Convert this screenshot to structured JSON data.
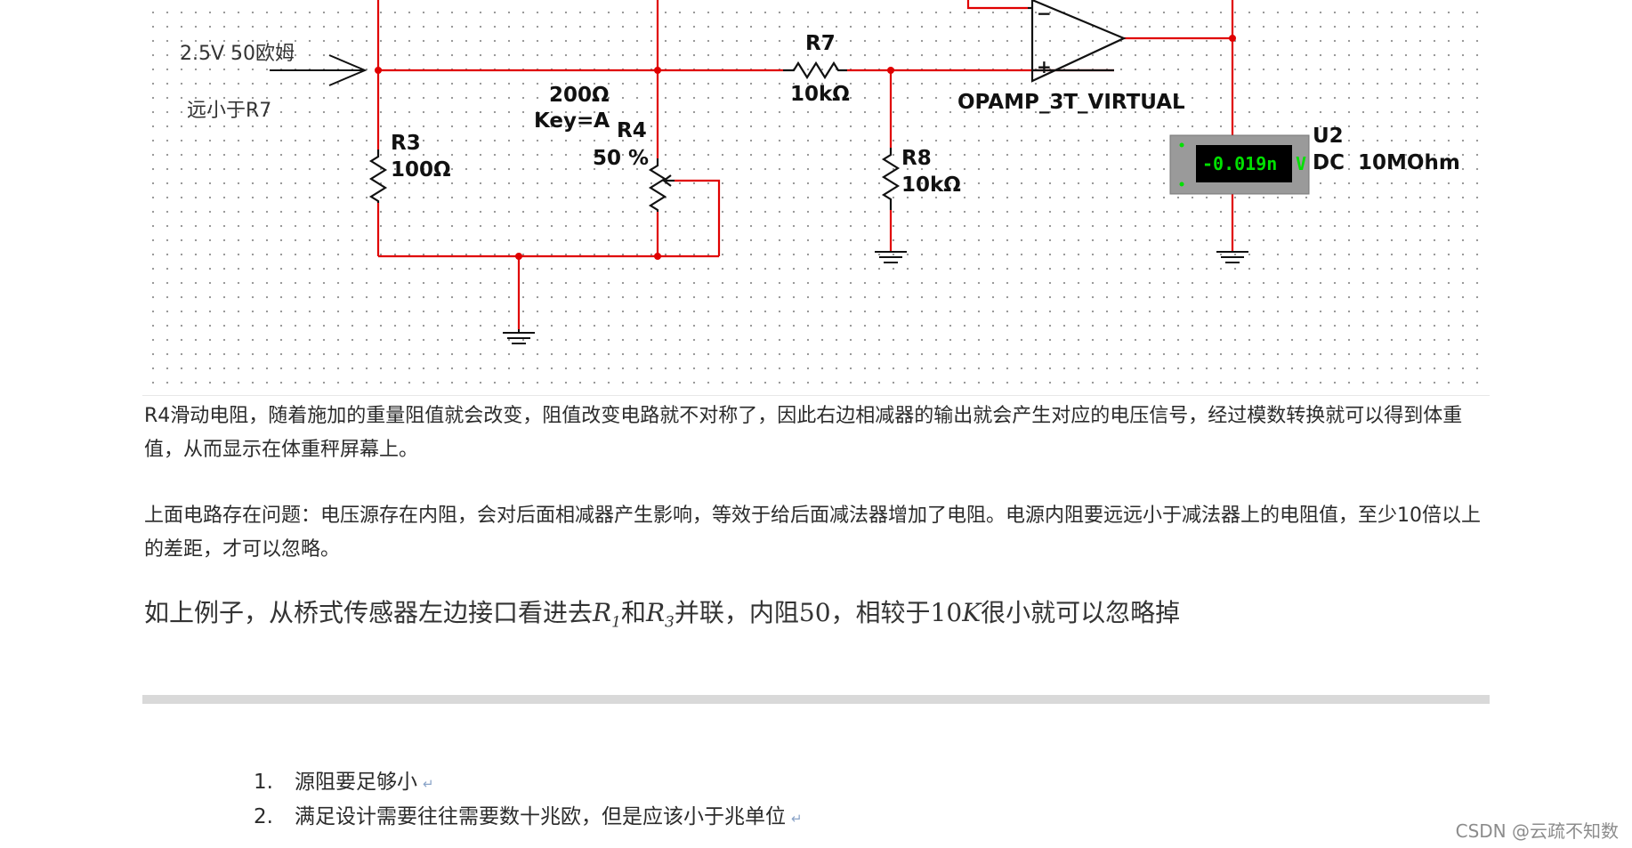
{
  "schematic": {
    "source_note": "2.5V 50欧姆",
    "compare_note": "远小于R7",
    "r3": {
      "name": "R3",
      "value": "100Ω"
    },
    "r4": {
      "name": "R4",
      "value": "200Ω",
      "key": "Key=A",
      "setting": "50 %"
    },
    "r7": {
      "name": "R7",
      "value": "10kΩ"
    },
    "r8": {
      "name": "R8",
      "value": "10kΩ"
    },
    "opamp": {
      "model": "OPAMP_3T_VIRTUAL",
      "minus_label": "−",
      "plus_label": "+"
    },
    "meter": {
      "name": "U2",
      "reading": "-0.019n",
      "unit": "V",
      "mode": "DC",
      "resistance": "10MOhm"
    },
    "colors": {
      "wire": "#e00000",
      "junction": "#e00000",
      "component": "#111111",
      "meter_body": "#9a9a9a",
      "meter_display": "#000000",
      "meter_text": "#00e000"
    }
  },
  "paragraphs": {
    "p1": "R4滑动电阻，随着施加的重量阻值就会改变，阻值改变电路就不对称了，因此右边相减器的输出就会产生对应的电压信号，经过模数转换就可以得到体重值，从而显示在体重秤屏幕上。",
    "p2": "上面电路存在问题：电压源存在内阻，会对后面相减器产生影响，等效于给后面减法器增加了电阻。电源内阻要远远小于减法器上的电阻值，至少10倍以上的差距，才可以忽略。",
    "p3": {
      "prefix": "如上例子，从桥式传感器左边接口看进去",
      "r1_base": "R",
      "r1_sub": "1",
      "and": "和",
      "r3_base": "R",
      "r3_sub": "3",
      "mid": "并联，内阻",
      "num50": "50",
      "comma": "，相较于",
      "num10": "10",
      "k": "K",
      "suffix": "很小就可以忽略掉"
    }
  },
  "list": {
    "items": [
      {
        "num": "1.",
        "text": "源阻要足够小"
      },
      {
        "num": "2.",
        "text": "满足设计需要往往需要数十兆欧，但是应该小于兆单位"
      }
    ],
    "return_mark": "↵"
  },
  "watermark": "CSDN @云疏不知数"
}
